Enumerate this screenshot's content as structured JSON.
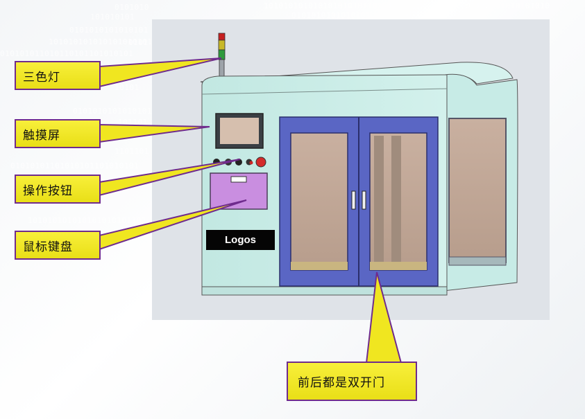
{
  "callouts": {
    "tri_color_light": "三色灯",
    "touch_screen": "触摸屏",
    "operation_buttons": "操作按钮",
    "keyboard_mouse": "鼠标键盘",
    "double_doors": "前后都是双开门"
  },
  "machine": {
    "logo_text": "Logos"
  },
  "background": {
    "binary_lines": [
      "0101010",
      "101010101",
      "0101010101010101",
      "10101010101010101010101",
      "010101011010110101101010101",
      "0101",
      "10101",
      "0101010101010101",
      "101101",
      "1101101",
      "01010101101010101101010101",
      "101010101010101010101101",
      "1010101010101010101011010101",
      "10101110101010101010",
      "0101010101010101"
    ]
  },
  "colors": {
    "callout_fill": "#f0e620",
    "callout_border": "#6f2b8d",
    "machine_body": "#c6ebe6",
    "door_frame": "#5a66c4",
    "keyboard_drawer": "#c98ee0"
  }
}
